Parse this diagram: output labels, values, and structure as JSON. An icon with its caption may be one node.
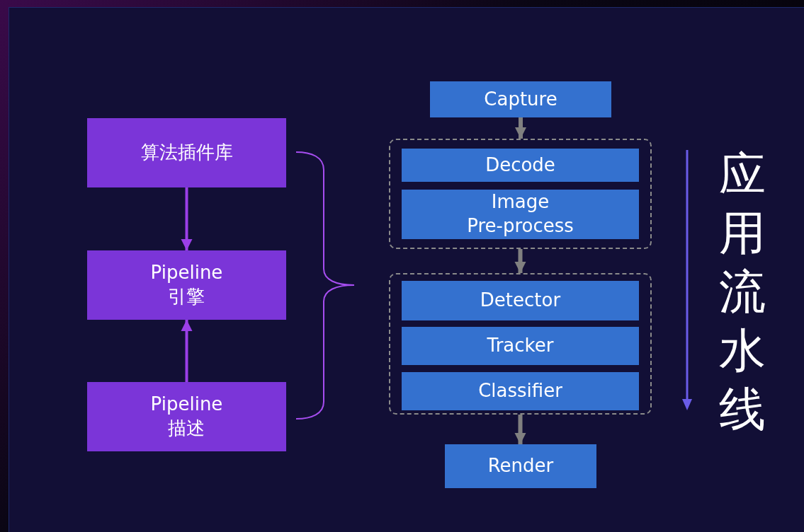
{
  "diagram": {
    "nodes": [
      {
        "text": [
          "算法插件库"
        ]
      },
      {
        "text": [
          "Pipeline 引擎"
        ]
      },
      {
        "text": [
          "Pipeline 描述"
        ]
      },
      {
        "text": [
          "Capture"
        ]
      },
      {
        "text": [],
        "shape": "box"
      },
      {
        "text": [
          "Decode"
        ],
        "in": 4
      },
      {
        "text": [
          "Image Pre-process"
        ],
        "in": 4
      },
      {
        "text": [],
        "shape": "box"
      },
      {
        "text": [
          "Detector"
        ],
        "in": 7
      },
      {
        "text": [
          "Tracker"
        ],
        "in": 7
      },
      {
        "text": [
          "Classifier"
        ],
        "in": 7
      },
      {
        "text": [
          "Render"
        ]
      }
    ],
    "edges": [
      {
        "from": 0,
        "to": 1,
        "arrow": "to",
        "color": "#9b3fe8"
      },
      {
        "from": 2,
        "to": 1,
        "arrow": "to",
        "color": "#9b3fe8"
      },
      {
        "from": 3,
        "to": 4,
        "arrow": "to"
      },
      {
        "from": 4,
        "to": 7,
        "arrow": "to"
      },
      {
        "from": 7,
        "to": 11,
        "arrow": "to"
      }
    ],
    "labels": [
      "应用流水线"
    ]
  }
}
